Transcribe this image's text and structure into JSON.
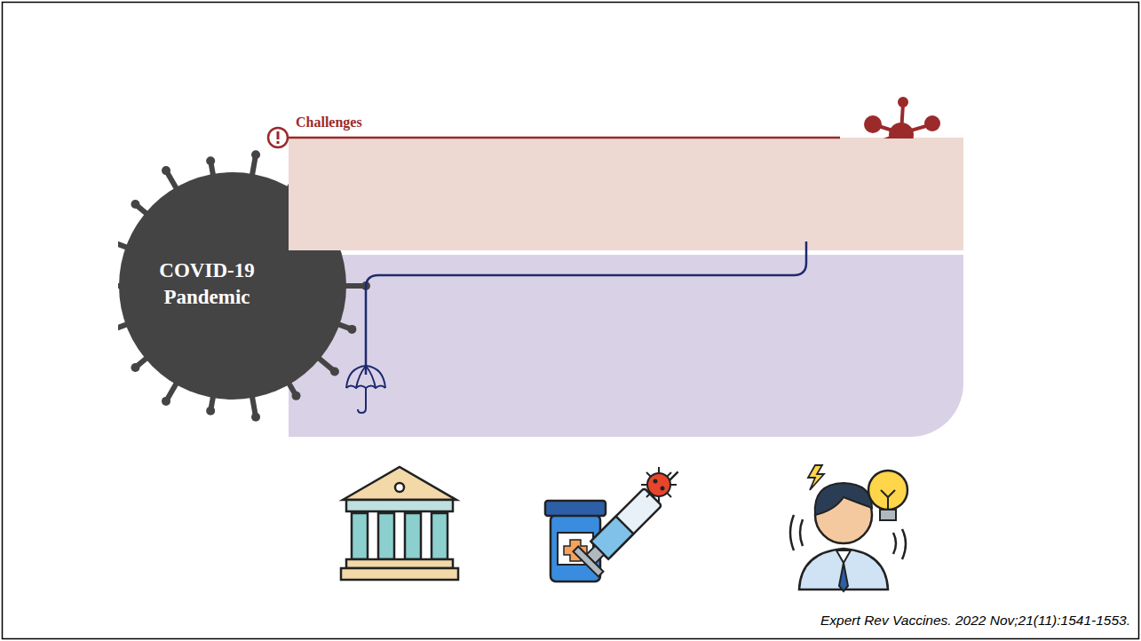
{
  "diagram": {
    "caption": "Expert Rev Vaccines. 2022 Nov;21(11):1541-1553.",
    "nodes": [
      {
        "text": [
          "COVID-19 Pandemic"
        ]
      },
      {
        "text": [
          "Challenges"
        ]
      }
    ]
  }
}
